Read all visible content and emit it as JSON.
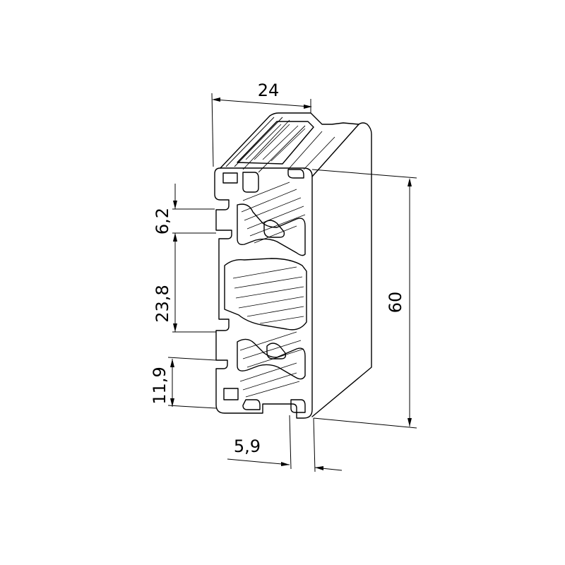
{
  "drawing": {
    "subject": "aluminium-extrusion-profile",
    "colors": {
      "line": "#000000",
      "background": "#ffffff",
      "face": "#ffffff"
    }
  },
  "dimensions": {
    "top_width": "24",
    "slot_opening": "6,2",
    "middle_spacing": "23,8",
    "bottom_spacing": "11,9",
    "height": "60",
    "bottom_offset": "5,9"
  }
}
